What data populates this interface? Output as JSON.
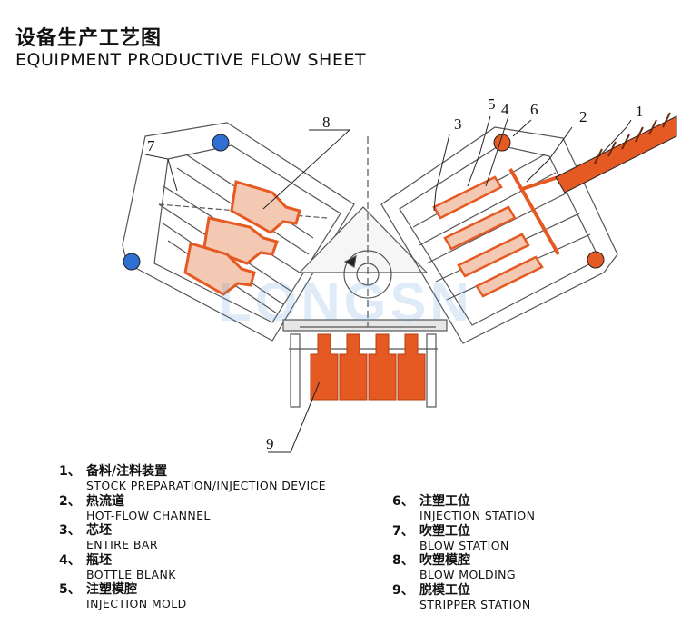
{
  "header": {
    "title_cn": "设备生产工艺图",
    "title_en": "EQUIPMENT PRODUCTIVE FLOW SHEET"
  },
  "watermark": "LONGSN",
  "callouts": [
    "1",
    "2",
    "3",
    "4",
    "5",
    "6",
    "7",
    "8",
    "9"
  ],
  "colors": {
    "hot_material": "#e55a22",
    "mold_outline": "#555555",
    "bolt_blue": "#2f6fd1"
  },
  "legend": [
    {
      "num": "1、",
      "cn": "备料/注料装置",
      "en": "STOCK PREPARATION/INJECTION DEVICE"
    },
    {
      "num": "2、",
      "cn": "热流道",
      "en": "HOT-FLOW CHANNEL"
    },
    {
      "num": "3、",
      "cn": "芯坯",
      "en": "ENTIRE BAR"
    },
    {
      "num": "4、",
      "cn": "瓶坯",
      "en": "BOTTLE BLANK"
    },
    {
      "num": "5、",
      "cn": "注塑模腔",
      "en": "INJECTION MOLD"
    },
    {
      "num": "6、",
      "cn": "注塑工位",
      "en": "INJECTION STATION"
    },
    {
      "num": "7、",
      "cn": "吹塑工位",
      "en": "BLOW STATION"
    },
    {
      "num": "8、",
      "cn": "吹塑模腔",
      "en": "BLOW MOLDING"
    },
    {
      "num": "9、",
      "cn": "脱模工位",
      "en": "STRIPPER STATION"
    }
  ]
}
